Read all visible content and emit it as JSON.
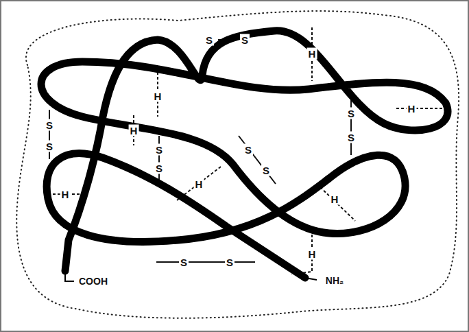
{
  "diagram": {
    "labels": [
      "S",
      "S",
      "H",
      "H",
      "H",
      "S",
      "S",
      "H",
      "S",
      "S",
      "S",
      "S",
      "S",
      "S",
      "H",
      "H",
      "H",
      "H",
      "S",
      "S",
      "COOH",
      "NH₂"
    ]
  }
}
